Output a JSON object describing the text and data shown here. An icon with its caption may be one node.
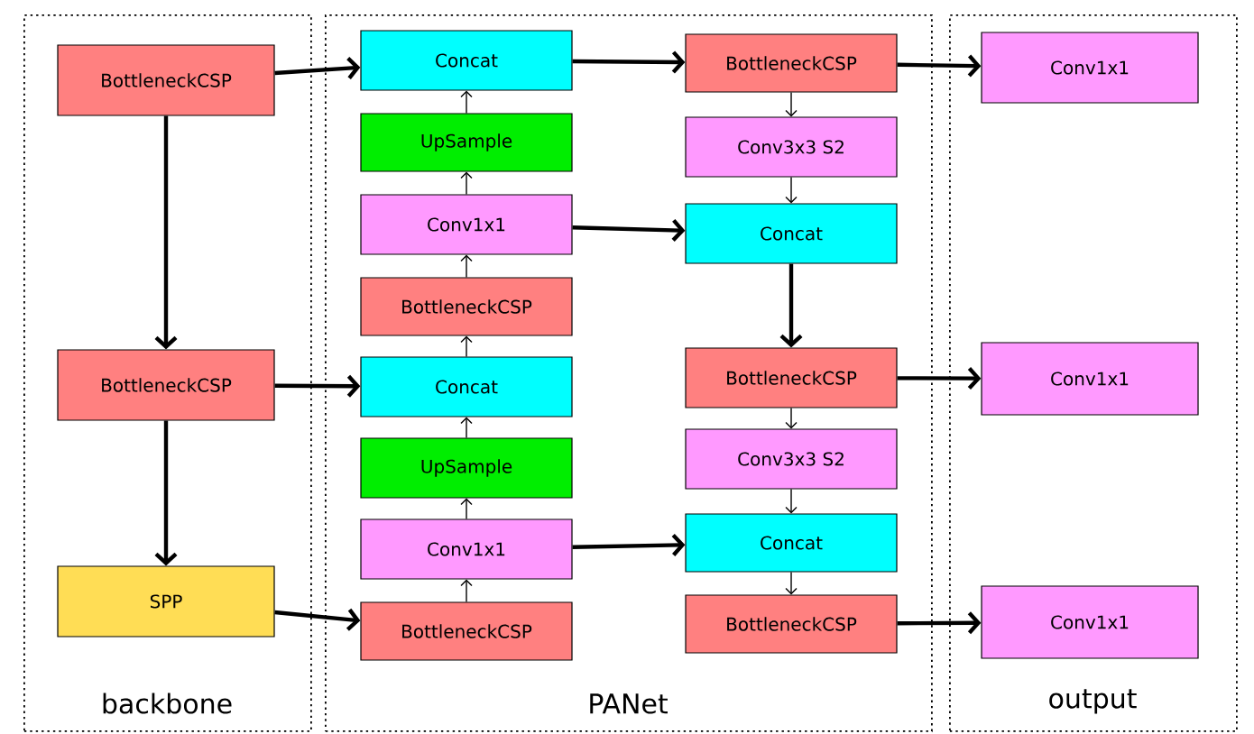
{
  "diagram": {
    "nodes": [
      {
        "text": [
          "backbone"
        ]
      },
      {
        "text": [
          "PANet"
        ]
      },
      {
        "text": [
          "output"
        ]
      },
      {
        "text": [
          "BottleneckCSP"
        ],
        "in": 0
      },
      {
        "text": [
          "BottleneckCSP"
        ],
        "in": 0
      },
      {
        "text": [
          "SPP"
        ],
        "in": 0
      },
      {
        "text": [
          "Concat"
        ],
        "in": 1
      },
      {
        "text": [
          "UpSample"
        ],
        "in": 1
      },
      {
        "text": [
          "Conv1x1"
        ],
        "in": 1
      },
      {
        "text": [
          "BottleneckCSP"
        ],
        "in": 1
      },
      {
        "text": [
          "Concat"
        ],
        "in": 1
      },
      {
        "text": [
          "UpSample"
        ],
        "in": 1
      },
      {
        "text": [
          "Conv1x1"
        ],
        "in": 1
      },
      {
        "text": [
          "BottleneckCSP"
        ],
        "in": 1
      },
      {
        "text": [
          "BottleneckCSP"
        ],
        "in": 1
      },
      {
        "text": [
          "Conv3x3 S2"
        ],
        "in": 1
      },
      {
        "text": [
          "Concat"
        ],
        "in": 1
      },
      {
        "text": [
          "BottleneckCSP"
        ],
        "in": 1
      },
      {
        "text": [
          "Conv3x3 S2"
        ],
        "in": 1
      },
      {
        "text": [
          "Concat"
        ],
        "in": 1
      },
      {
        "text": [
          "BottleneckCSP"
        ],
        "in": 1
      },
      {
        "text": [
          "Conv1x1"
        ],
        "in": 2
      },
      {
        "text": [
          "Conv1x1"
        ],
        "in": 2
      },
      {
        "text": [
          "Conv1x1"
        ],
        "in": 2
      }
    ],
    "edges": [
      {
        "from": 3,
        "to": 4,
        "arrow": "to",
        "style": "thick"
      },
      {
        "from": 4,
        "to": 5,
        "arrow": "to",
        "style": "thick"
      },
      {
        "from": 3,
        "to": 6,
        "arrow": "to",
        "style": "thick"
      },
      {
        "from": 4,
        "to": 10,
        "arrow": "to",
        "style": "thick"
      },
      {
        "from": 5,
        "to": 13,
        "arrow": "to",
        "style": "thick"
      },
      {
        "from": 13,
        "to": 12,
        "arrow": "to"
      },
      {
        "from": 12,
        "to": 11,
        "arrow": "to"
      },
      {
        "from": 11,
        "to": 10,
        "arrow": "to"
      },
      {
        "from": 10,
        "to": 9,
        "arrow": "to"
      },
      {
        "from": 9,
        "to": 8,
        "arrow": "to"
      },
      {
        "from": 8,
        "to": 7,
        "arrow": "to"
      },
      {
        "from": 7,
        "to": 6,
        "arrow": "to"
      },
      {
        "from": 6,
        "to": 14,
        "arrow": "to",
        "style": "thick"
      },
      {
        "from": 8,
        "to": 16,
        "arrow": "to",
        "style": "thick"
      },
      {
        "from": 12,
        "to": 19,
        "arrow": "to",
        "style": "thick"
      },
      {
        "from": 14,
        "to": 15,
        "arrow": "to"
      },
      {
        "from": 15,
        "to": 16,
        "arrow": "to"
      },
      {
        "from": 16,
        "to": 17,
        "arrow": "to",
        "style": "thick"
      },
      {
        "from": 17,
        "to": 18,
        "arrow": "to"
      },
      {
        "from": 18,
        "to": 19,
        "arrow": "to"
      },
      {
        "from": 19,
        "to": 20,
        "arrow": "to"
      },
      {
        "from": 14,
        "to": 21,
        "arrow": "to",
        "style": "thick"
      },
      {
        "from": 17,
        "to": 22,
        "arrow": "to",
        "style": "thick"
      },
      {
        "from": 20,
        "to": 23,
        "arrow": "to",
        "style": "thick"
      }
    ]
  }
}
